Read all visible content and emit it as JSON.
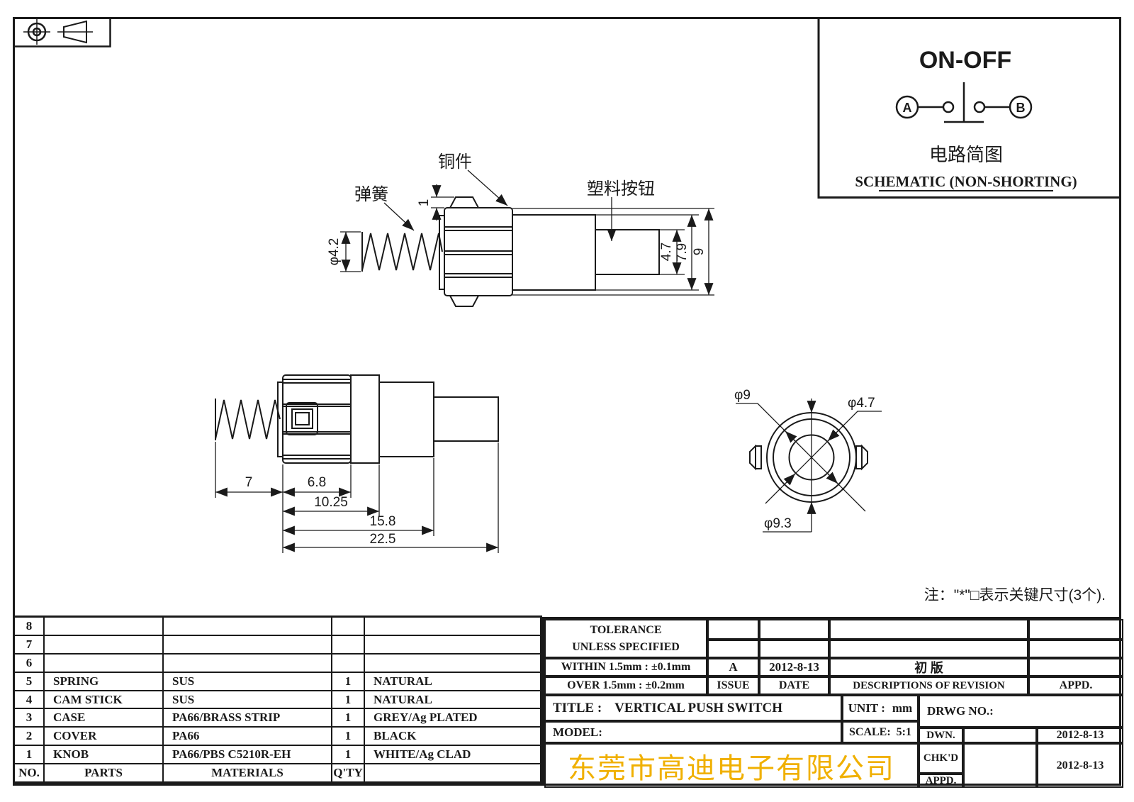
{
  "drawing": {
    "labels": {
      "spring": "弹簧",
      "copper_part": "铜件",
      "plastic_button": "塑料按钮"
    },
    "top_view_dims": {
      "lip": "1",
      "spring_dia": "φ4.2",
      "button_h": "4.7",
      "cover_h": "7.9",
      "overall_h": "9"
    },
    "side_view_dims": {
      "spring_len": "7",
      "case_len": "6.8",
      "mid_len": "10.25",
      "body_len": "15.8",
      "overall_len": "22.5"
    },
    "front_view_dims": {
      "body_dia": "φ9",
      "knob_dia": "φ4.7",
      "outer_dia": "φ9.3"
    },
    "note": "注：\"*\"□表示关键尺寸(3个)."
  },
  "schematic": {
    "title": "ON-OFF",
    "terminal_a": "A",
    "terminal_b": "B",
    "caption_cn": "电路简图",
    "caption_en": "SCHEMATIC (NON-SHORTING)"
  },
  "parts_table": {
    "headers": {
      "no": "NO.",
      "parts": "PARTS",
      "materials": "MATERIALS",
      "qty": "Q'TY",
      "finish": ""
    },
    "rows": [
      {
        "no": "8",
        "part": "",
        "material": "",
        "qty": "",
        "finish": ""
      },
      {
        "no": "7",
        "part": "",
        "material": "",
        "qty": "",
        "finish": ""
      },
      {
        "no": "6",
        "part": "",
        "material": "",
        "qty": "",
        "finish": ""
      },
      {
        "no": "5",
        "part": "SPRING",
        "material": "SUS",
        "qty": "1",
        "finish": "NATURAL"
      },
      {
        "no": "4",
        "part": "CAM STICK",
        "material": "SUS",
        "qty": "1",
        "finish": "NATURAL"
      },
      {
        "no": "3",
        "part": "CASE",
        "material": "PA66/BRASS STRIP",
        "qty": "1",
        "finish": "GREY/Ag PLATED"
      },
      {
        "no": "2",
        "part": "COVER",
        "material": "PA66",
        "qty": "1",
        "finish": "BLACK"
      },
      {
        "no": "1",
        "part": "KNOB",
        "material": "PA66/PBS C5210R-EH",
        "qty": "1",
        "finish": "WHITE/Ag CLAD"
      }
    ]
  },
  "tolerance": {
    "title": "TOLERANCE",
    "subtitle": "UNLESS  SPECIFIED",
    "within": "WITHIN 1.5mm : ±0.1mm",
    "over": "OVER 1.5mm : ±0.2mm"
  },
  "revision": {
    "issue": "A",
    "date": "2012-8-13",
    "description": "初 版",
    "issue_label": "ISSUE",
    "date_label": "DATE",
    "description_label": "DESCRIPTIONS OF REVISION",
    "appd_label": "APPD."
  },
  "title_block": {
    "title_label": "TITLE :",
    "title": "VERTICAL PUSH SWITCH",
    "unit_label": "UNIT :",
    "unit": "mm",
    "drwg_label": "DRWG NO.:",
    "model_label": "MODEL:",
    "scale_label": "SCALE:",
    "scale": "5:1",
    "dwn_label": "DWN.",
    "chkd_label": "CHK'D",
    "appd_label": "APPD.",
    "dwn_date": "2012-8-13",
    "chkd_date": "2012-8-13",
    "company": "东莞市高迪电子有限公司",
    "company_color": "#f0b000"
  }
}
